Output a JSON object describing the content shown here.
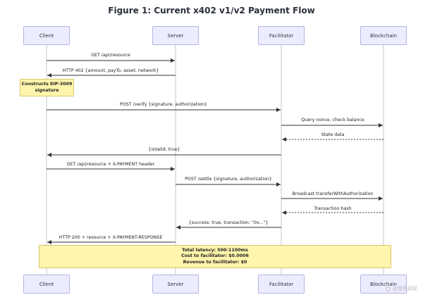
{
  "title": "Figure 1: Current x402 v1/v2 Payment Flow",
  "actors": [
    "Client",
    "Server",
    "Facilitator",
    "Blockchain"
  ],
  "messages": [
    {
      "text": "GET /api/resource",
      "from": 0,
      "to": 1,
      "style": "solid"
    },
    {
      "text": "HTTP 402 {amount, payTo, asset, network}",
      "from": 1,
      "to": 0,
      "style": "solid"
    },
    {
      "text": "POST /verify {signature, authorization}",
      "from": 0,
      "to": 2,
      "style": "solid"
    },
    {
      "text": "Query nonce, check balance",
      "from": 2,
      "to": 3,
      "style": "solid"
    },
    {
      "text": "State data",
      "from": 3,
      "to": 2,
      "style": "dotted"
    },
    {
      "text": "{isValid: true}",
      "from": 2,
      "to": 0,
      "style": "solid"
    },
    {
      "text": "GET /api/resource + X-PAYMENT header",
      "from": 0,
      "to": 1,
      "style": "solid"
    },
    {
      "text": "POST /settle {signature, authorization}",
      "from": 1,
      "to": 2,
      "style": "solid"
    },
    {
      "text": "Broadcast transferWithAuthorization",
      "from": 2,
      "to": 3,
      "style": "solid"
    },
    {
      "text": "Transaction hash",
      "from": 3,
      "to": 2,
      "style": "dotted"
    },
    {
      "text": "{success: true, transaction: \"0x...\"}",
      "from": 2,
      "to": 1,
      "style": "solid"
    },
    {
      "text": "HTTP 200 + resource + X-PAYMENT-RESPONSE",
      "from": 1,
      "to": 0,
      "style": "solid"
    }
  ],
  "note_signature": {
    "line1": "Constructs EIP-3009",
    "line2": "signature"
  },
  "note_summary": {
    "line1": "Total latency: 500-1100ms",
    "line2": "Cost to facilitator: $0.0006",
    "line3": "Revenue to facilitator: $0"
  },
  "watermark": "@金色财经",
  "colors": {
    "actor_fill": "#ececff",
    "actor_border": "#b7b3de",
    "note_fill": "#fff5ad",
    "line": "#333333"
  }
}
